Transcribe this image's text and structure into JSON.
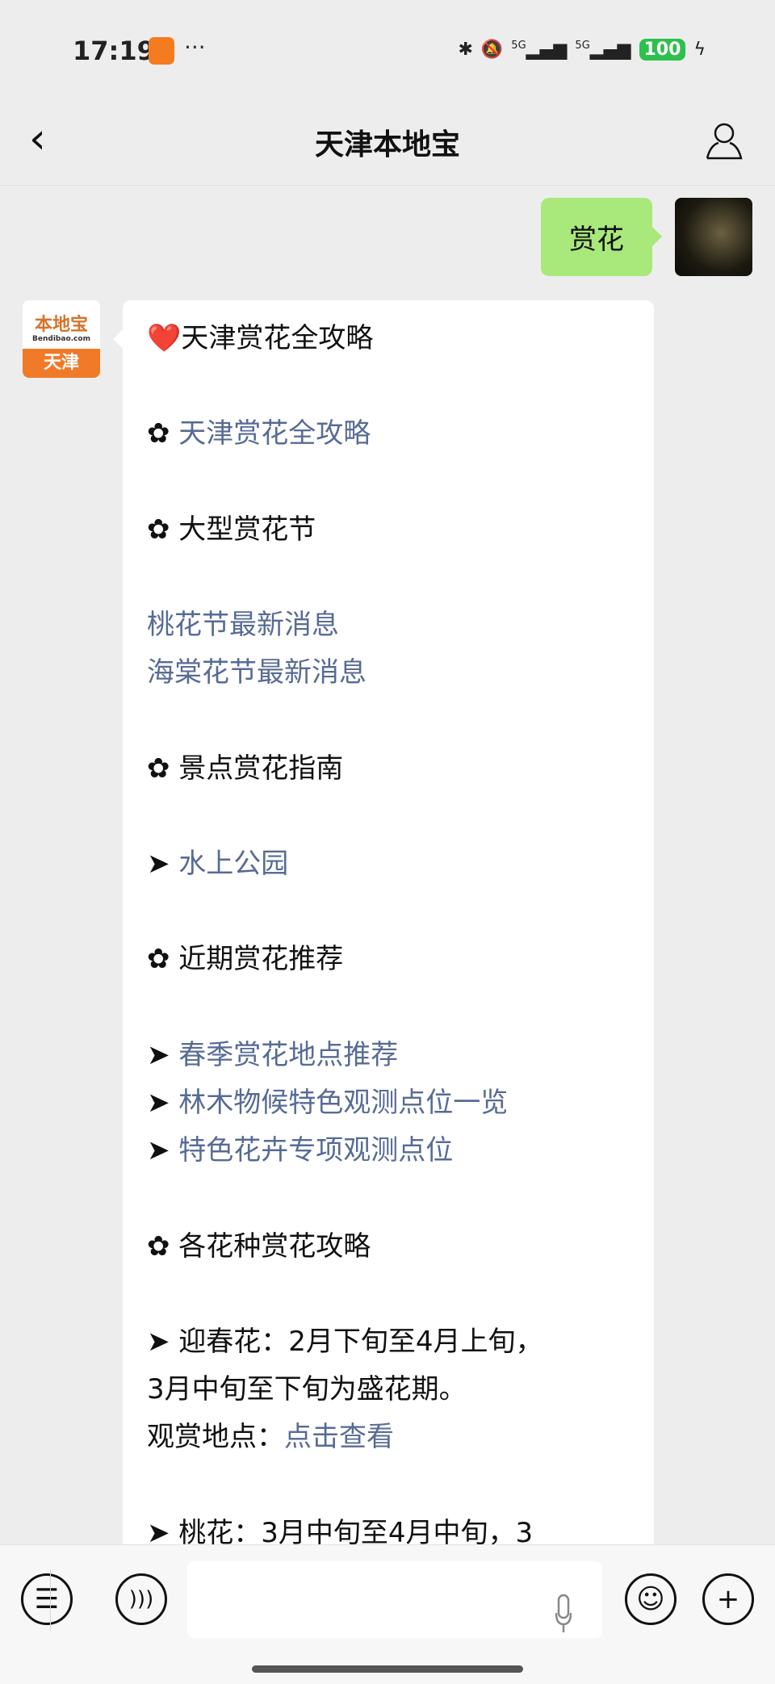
{
  "status": {
    "time": "17:19",
    "net1": "5G",
    "net2": "5G",
    "battery": "100"
  },
  "nav": {
    "title": "天津本地宝"
  },
  "chat": {
    "user_message": "赏花",
    "bot_avatar": {
      "logo": "本地宝",
      "domain": "Bendibao.com",
      "city": "天津"
    },
    "lines": [
      [
        {
          "t": "❤️天津赏花全攻略"
        }
      ],
      [],
      [
        {
          "t": "✿ "
        },
        {
          "t": "天津赏花全攻略",
          "link": true
        }
      ],
      [],
      [
        {
          "t": "✿ 大型赏花节"
        }
      ],
      [],
      [
        {
          "t": "桃花节最新消息",
          "link": true
        }
      ],
      [
        {
          "t": "海棠花节最新消息",
          "link": true
        }
      ],
      [],
      [
        {
          "t": "✿ 景点赏花指南"
        }
      ],
      [],
      [
        {
          "t": "➤ "
        },
        {
          "t": "水上公园",
          "link": true
        }
      ],
      [],
      [
        {
          "t": "✿ 近期赏花推荐"
        }
      ],
      [],
      [
        {
          "t": "➤ "
        },
        {
          "t": "春季赏花地点推荐",
          "link": true
        }
      ],
      [
        {
          "t": "➤ "
        },
        {
          "t": "林木物候特色观测点位一览",
          "link": true
        }
      ],
      [
        {
          "t": "➤ "
        },
        {
          "t": "特色花卉专项观测点位",
          "link": true
        }
      ],
      [],
      [
        {
          "t": "✿ 各花种赏花攻略"
        }
      ],
      [],
      [
        {
          "t": "➤ 迎春花：2月下旬至4月上旬，"
        }
      ],
      [
        {
          "t": "3月中旬至下旬为盛花期。"
        }
      ],
      [
        {
          "t": "观赏地点："
        },
        {
          "t": "点击查看",
          "link": true
        }
      ],
      [],
      [
        {
          "t": "➤ 桃花：3月中旬至4月中旬，3"
        }
      ]
    ]
  },
  "colors": {
    "link": "#576b95",
    "user_bubble": "#a9e97c"
  }
}
